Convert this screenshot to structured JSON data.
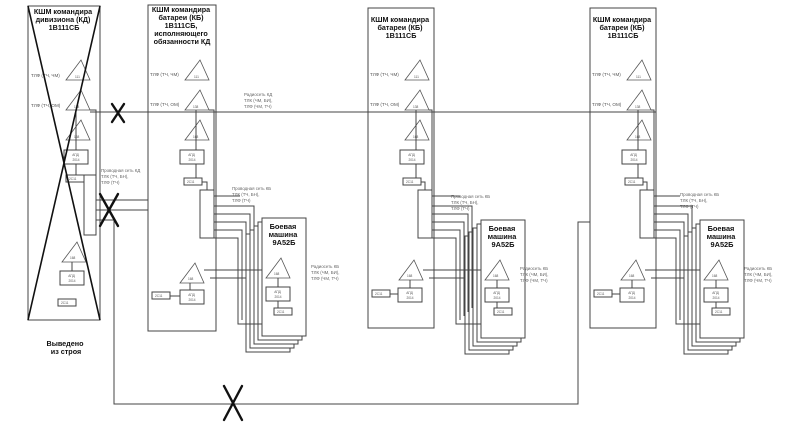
{
  "colors": {
    "line": "#444444",
    "text": "#222222",
    "cross": "#111111"
  },
  "kd": {
    "title": [
      "КШМ командира",
      "дивизиона (КД)",
      "1В111СБ"
    ],
    "decommissioned": [
      "Выведено",
      "из строя"
    ]
  },
  "kb_main": {
    "title": [
      "КШМ командира",
      "батареи (КБ)",
      "1В111СБ,",
      "исполняющего",
      "обязанности КД"
    ]
  },
  "kb": {
    "title": [
      "КШМ командира",
      "батареи (КБ)",
      "1В111СБ"
    ]
  },
  "bm": {
    "title": [
      "Боевая",
      "машина",
      "9А52Б"
    ]
  },
  "labels": {
    "tlf_tch_chm": "ТЛФ (ТЧ, ЧМ)",
    "tlf_tch_om": "ТЛФ (ТЧ, ОМ)",
    "radio_kd": [
      "Радиосеть КД",
      "ТЛК (ЧМ, БИ),",
      "ТЛФ (ЧМ, ТЧ)"
    ],
    "wired_kd": [
      "Проводная сеть КД",
      "ТЛК (ТЧ, БН),",
      "ТЛФ (ТЧ)"
    ],
    "wired_kb": [
      "Проводная сеть КБ",
      "ТЛК (ТЧ, БН),",
      "ТЛФ (ТЧ)"
    ],
    "radio_kb": [
      "Радиосеть КБ",
      "ТЛК (ЧМ, БИ),",
      "ТЛФ (ЧМ, ТЧ)"
    ],
    "apd": [
      "АПД",
      "2014"
    ],
    "r2c": "2С11",
    "r11": "111",
    "r138": "138",
    "r168": "168",
    "apd_k": "АПД (К)",
    "kmd": "КМД"
  }
}
